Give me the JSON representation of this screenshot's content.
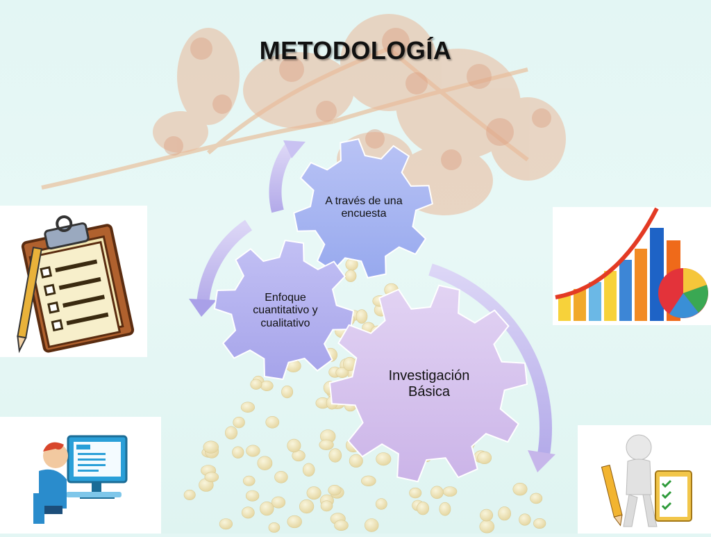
{
  "slide": {
    "title": "METODOLOGÍA"
  },
  "diagram": {
    "gears": [
      {
        "id": "top",
        "text": "A través de una encuesta"
      },
      {
        "id": "left",
        "text": "Enfoque cuantitativo y cualitativo"
      },
      {
        "id": "bottom",
        "text": "Investigación Básica"
      }
    ]
  },
  "colors": {
    "gear_top": "#a9b8f2",
    "gear_left": "#b8b6f0",
    "gear_bottom": "#dcc8ee",
    "arrow": "#c8c2ef"
  },
  "images": {
    "top_left": "clipboard-checklist-icon",
    "bottom_left": "quiz-computer-icon",
    "top_right": "bar-chart-growth-icon",
    "bottom_right": "person-checklist-icon"
  }
}
